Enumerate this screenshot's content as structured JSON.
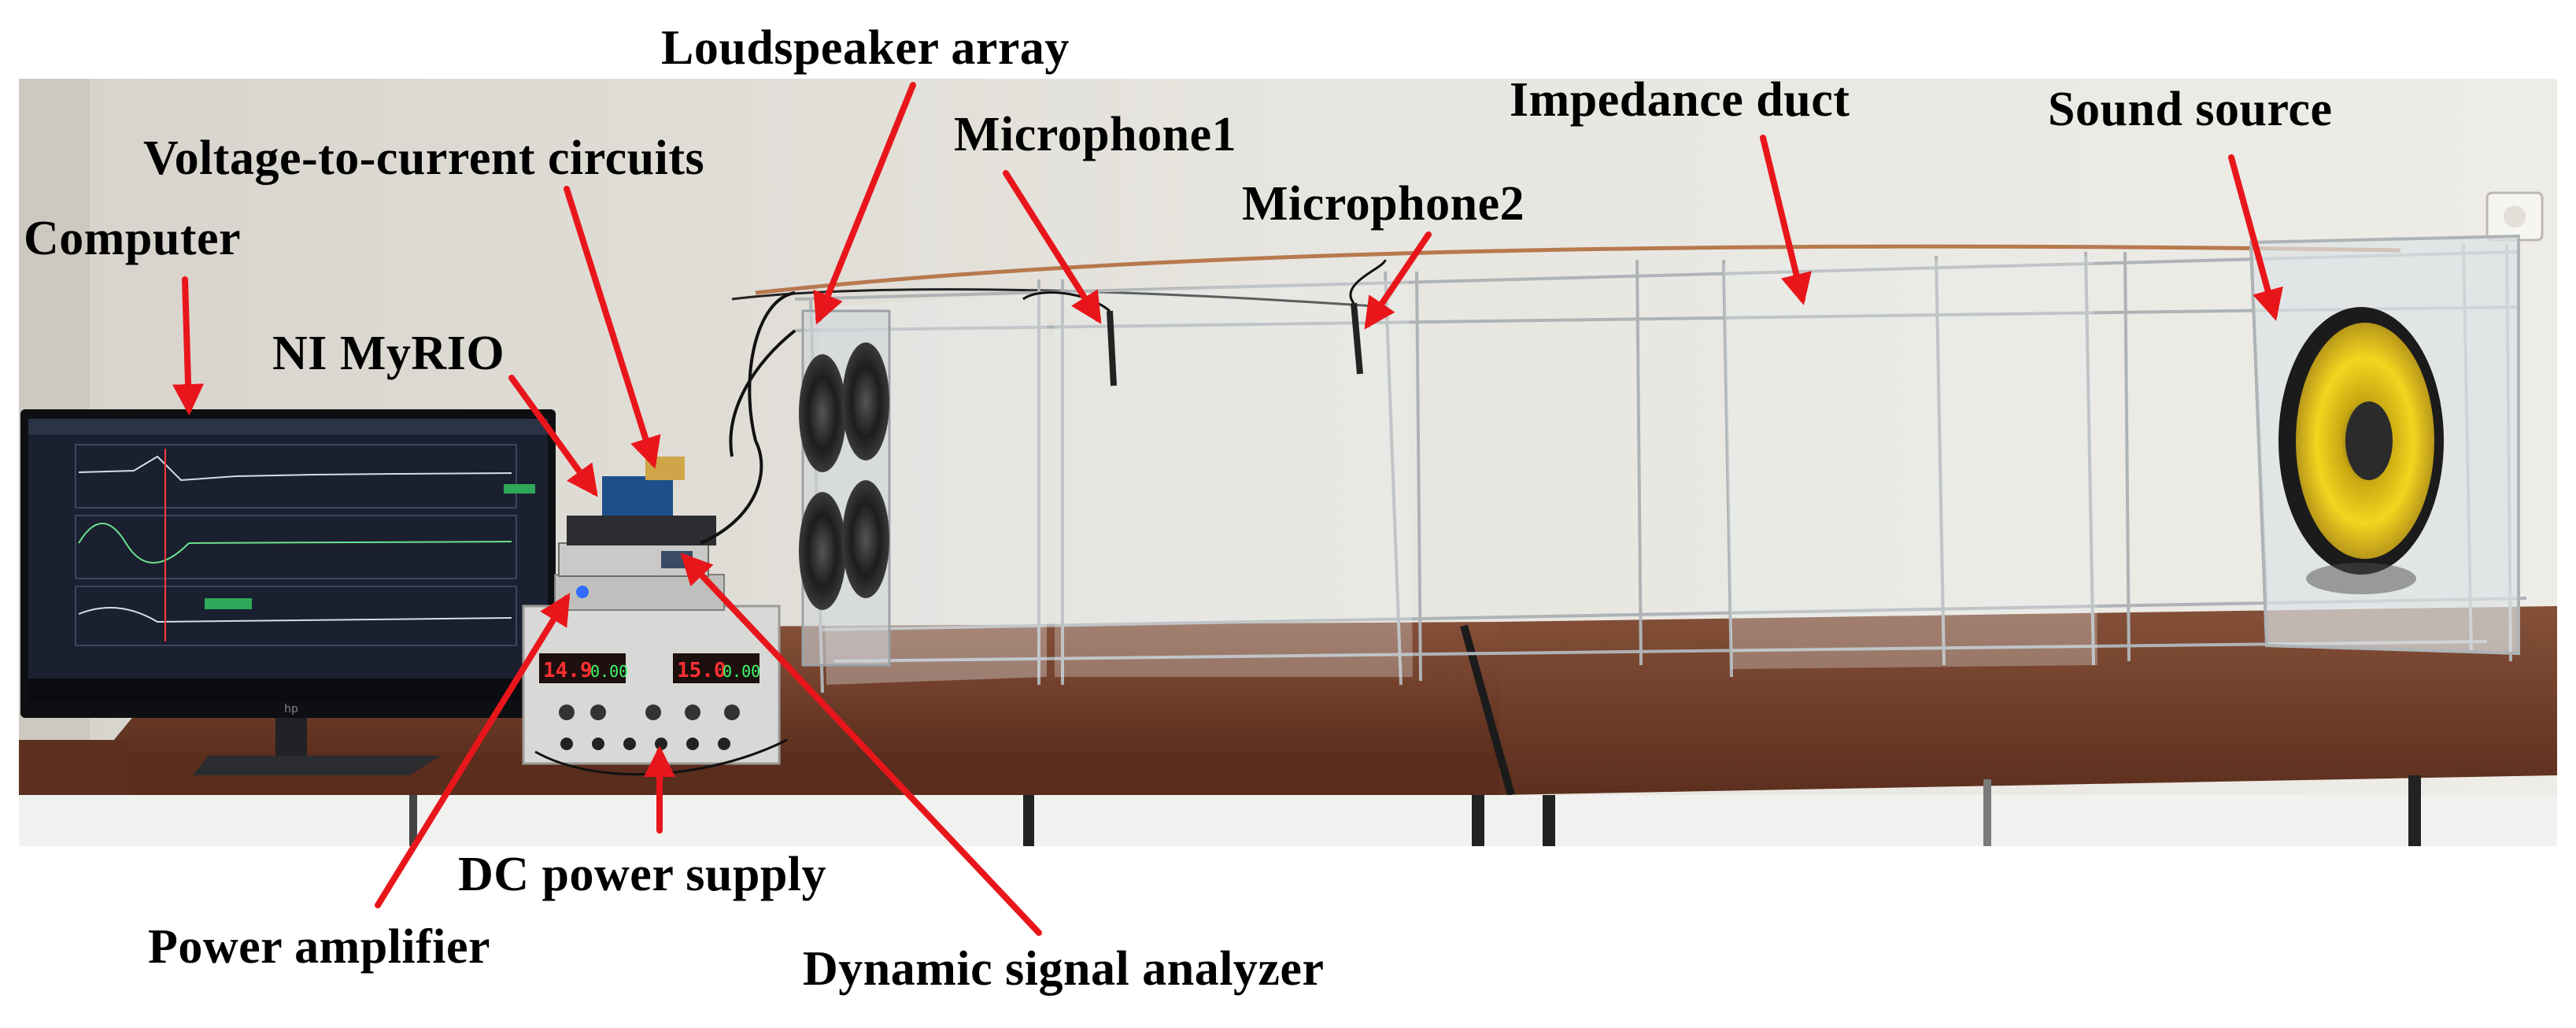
{
  "labels": {
    "loudspeaker_array": "Loudspeaker array",
    "voltage_to_current": "Voltage-to-current circuits",
    "microphone1": "Microphone1",
    "microphone2": "Microphone2",
    "impedance_duct": "Impedance duct",
    "sound_source": "Sound source",
    "computer": "Computer",
    "ni_myrio": "NI MyRIO",
    "dc_power_supply": "DC power supply",
    "power_amplifier": "Power amplifier",
    "dynamic_signal_analyzer": "Dynamic signal analyzer"
  },
  "readouts": {
    "left_display": "14.9",
    "left_display_small": "0.00",
    "right_display": "15.0",
    "right_display_small": "0.00"
  },
  "colors": {
    "arrow": "#e8161b",
    "wall": "#e4e2dc",
    "table": "#6e3a26",
    "acrylic": "#e9eef0",
    "speaker_cone": "#f0d21c"
  }
}
